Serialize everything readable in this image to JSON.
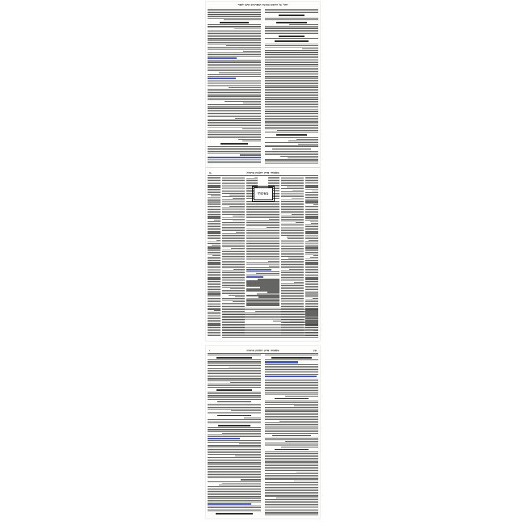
{
  "pages": [
    {
      "header": "הקד' על החומש בשיטת המפרשים קחצי לספר"
    },
    {
      "header": "מאמתי פרק ראשון ברכות",
      "page_label": "ב.",
      "box_word": "מאימתי"
    },
    {
      "header": "מאמתי פרק ראשון ברכות",
      "page_label_left": "ו",
      "page_label_right": "עין"
    }
  ]
}
